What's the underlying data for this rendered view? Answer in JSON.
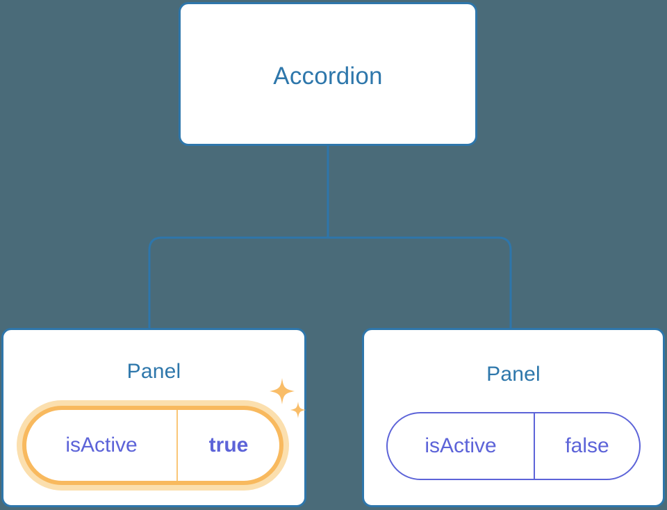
{
  "diagram": {
    "type": "component-tree",
    "background_color": "#4a6b79",
    "node_border_color": "#2e76ab",
    "title_color": "#2e77ab",
    "prop_text_color": "#5c63d8",
    "highlight_color": "#f8b95e",
    "highlight_glow_color": "#fbdfae",
    "root": {
      "label": "Accordion"
    },
    "children": [
      {
        "label": "Panel",
        "highlighted": true,
        "prop": {
          "key": "isActive",
          "value": "true"
        },
        "sparkle_icons": [
          "sparkle-large-icon",
          "sparkle-small-icon"
        ]
      },
      {
        "label": "Panel",
        "highlighted": false,
        "prop": {
          "key": "isActive",
          "value": "false"
        }
      }
    ],
    "edges": [
      {
        "from": "Accordion",
        "to": "Panel (isActive true)"
      },
      {
        "from": "Accordion",
        "to": "Panel (isActive false)"
      }
    ]
  }
}
